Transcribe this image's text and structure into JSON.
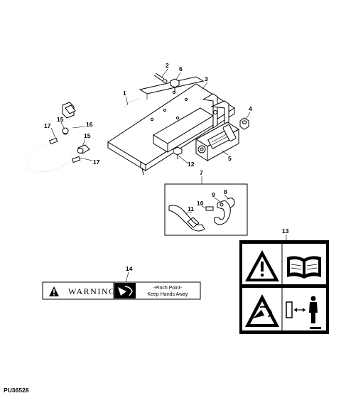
{
  "callouts": [
    "1",
    "2",
    "3",
    "4",
    "5",
    "6",
    "7",
    "8",
    "9",
    "10",
    "11",
    "12",
    "13",
    "14",
    "15",
    "15",
    "16",
    "17",
    "17"
  ],
  "warning_label": {
    "signal_word": "WARNING",
    "line1": "-Pinch Point-",
    "line2": "Keep Hands Away"
  },
  "figure_id": "PU36528",
  "icons": [
    "warning-triangle-icon",
    "pinch-point-icon",
    "manual-book-icon",
    "hand-pinch-icon",
    "person-distance-icon"
  ]
}
